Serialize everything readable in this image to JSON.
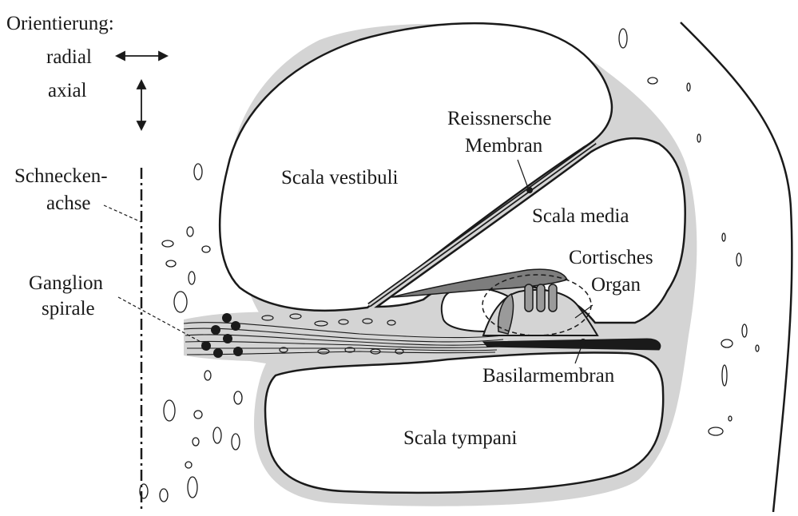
{
  "orientation": {
    "heading": "Orientierung:",
    "radial": "radial",
    "axial": "axial"
  },
  "labels": {
    "schnecken_line1": "Schnecken-",
    "schnecken_line2": "achse",
    "ganglion_line1": "Ganglion",
    "ganglion_line2": "spirale",
    "scala_vestibuli": "Scala vestibuli",
    "reissner_line1": "Reissnersche",
    "reissner_line2": "Membran",
    "scala_media": "Scala media",
    "cortisches_line1": "Cortisches",
    "cortisches_line2": "Organ",
    "basilarmembran": "Basilarmembran",
    "scala_tympani": "Scala tympani"
  },
  "colors": {
    "outline": "#1a1a1a",
    "tissue_fill": "#d4d4d4",
    "tectorial": "#7d7d7d",
    "hair_cells": "#9a9a9a",
    "background": "#ffffff"
  }
}
